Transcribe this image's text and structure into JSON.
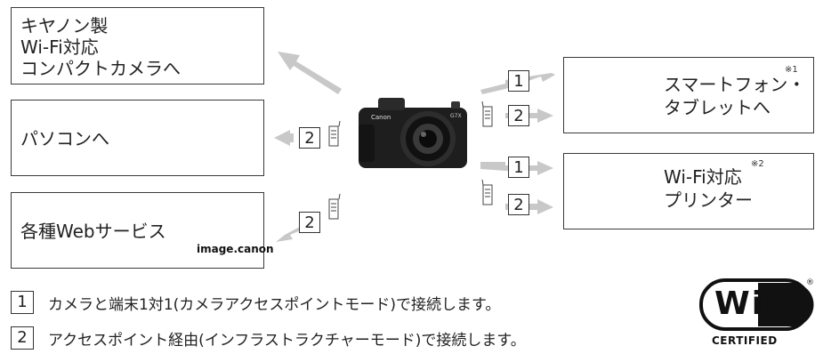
{
  "destinations": {
    "canon_camera": {
      "line1": "キヤノン製",
      "line2": "Wi-Fi対応",
      "line3": "コンパクトカメラへ"
    },
    "pc": {
      "label": "パソコンへ"
    },
    "web_services": {
      "label": "各種Webサービス",
      "logo_text": "image.canon"
    },
    "smartphone": {
      "line1": "スマートフォン・",
      "line2": "タブレットへ",
      "note": "※1"
    },
    "printer": {
      "line1": "Wi-Fi対応",
      "line2": "プリンター",
      "note": "※2"
    }
  },
  "markers": {
    "one": "1",
    "two": "2"
  },
  "legend": [
    {
      "num": "1",
      "text": "カメラと端末1対1(カメラアクセスポイントモード)で接続します。"
    },
    {
      "num": "2",
      "text": "アクセスポイント経由(インフラストラクチャーモード)で接続します。"
    }
  ],
  "wifi_certified": {
    "logo": "WiFi",
    "text": "CERTIFIED",
    "reg": "®"
  },
  "colors": {
    "arrow": "#c8c8c8",
    "border": "#3a3a3a",
    "canon_red": "#e3262a",
    "camera_body": "#1e1e1e"
  }
}
